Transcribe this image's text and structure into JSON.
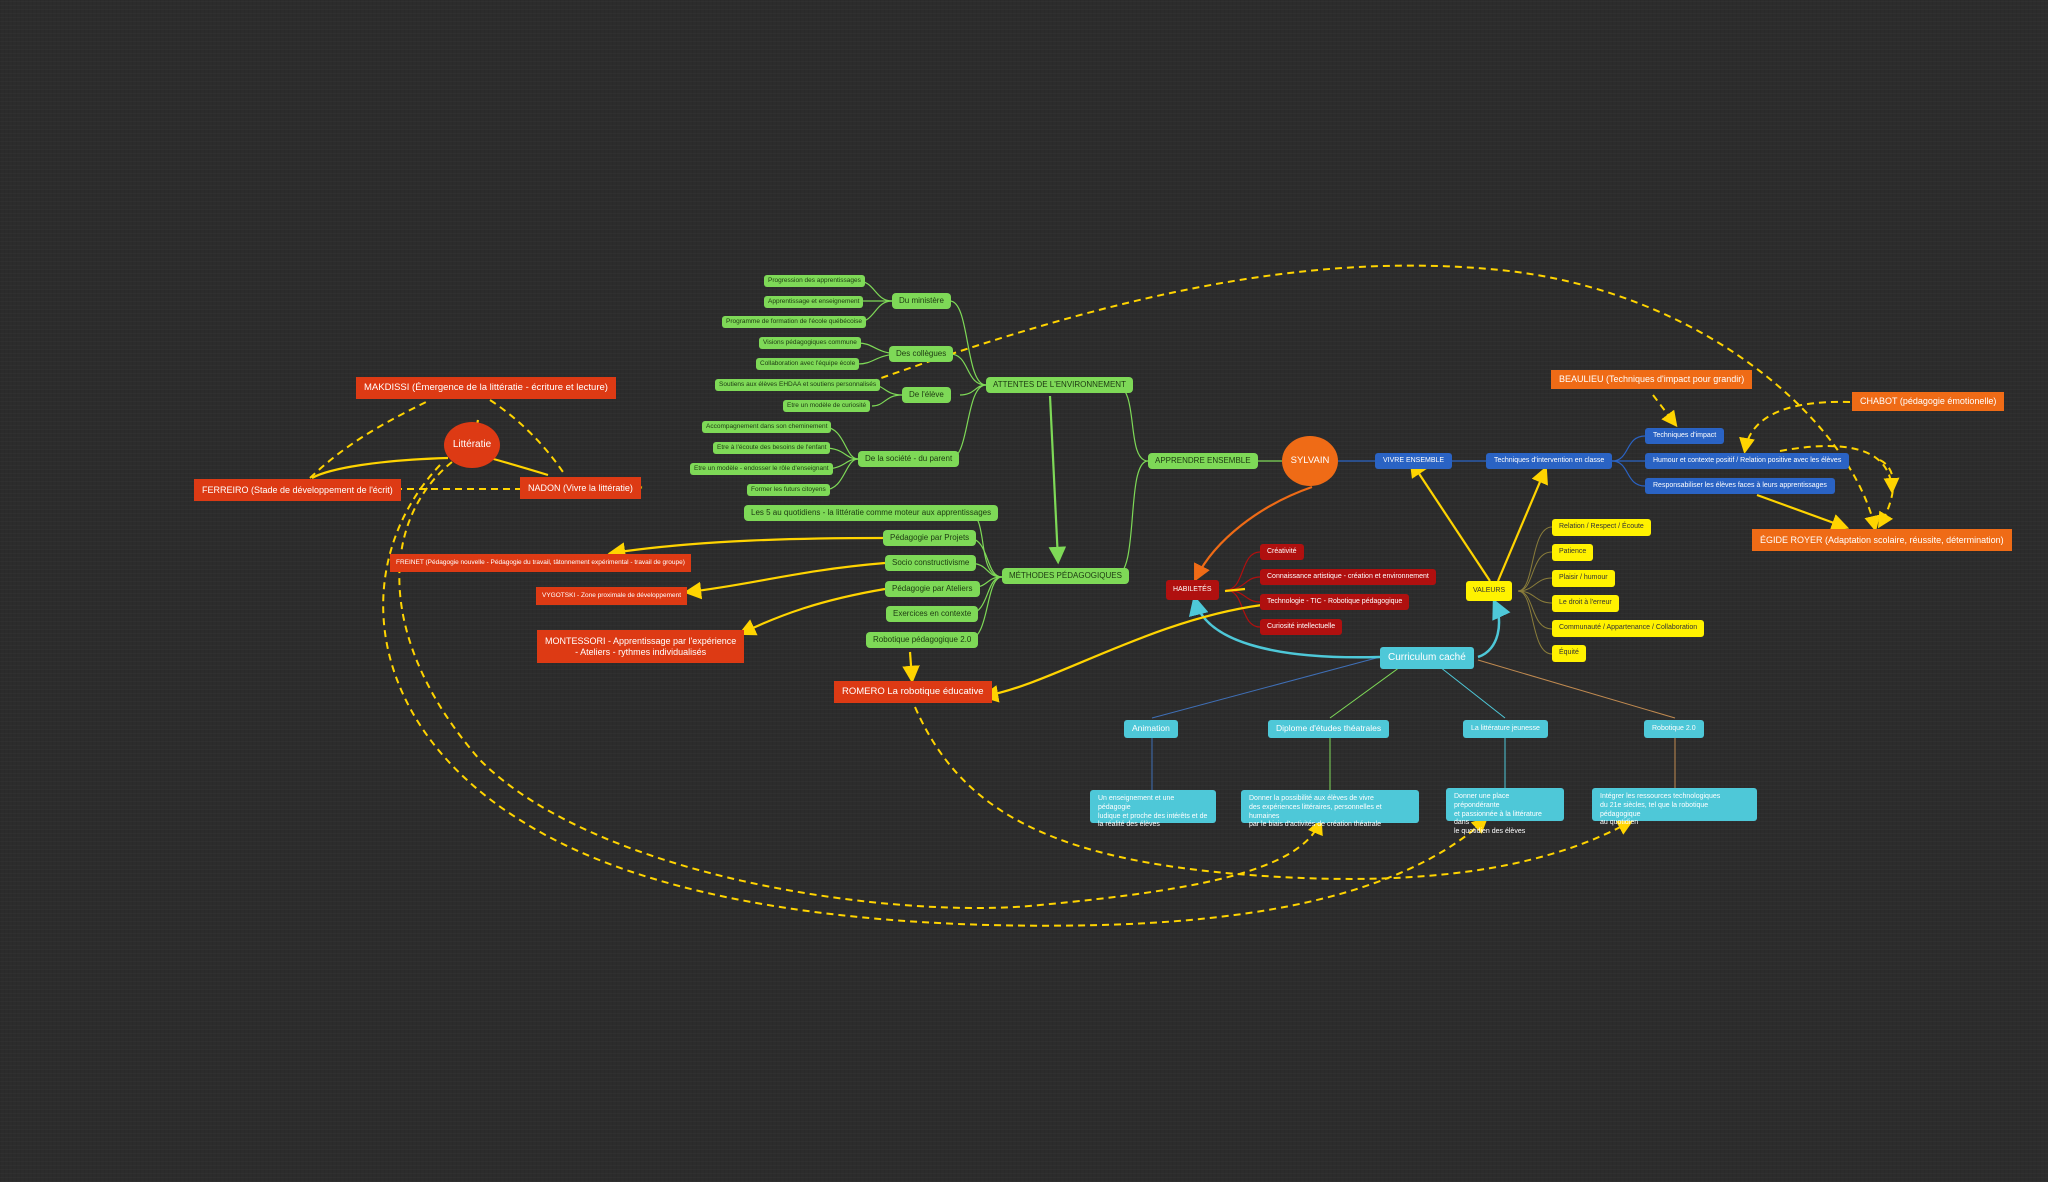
{
  "central": "SYLVAIN",
  "litteratie": {
    "center": "Littératie",
    "makdissi": "MAKDISSI (Émergence de la littératie - écriture et lecture)",
    "ferreiro": "FERREIRO (Stade de développement de l'écrit)",
    "nadon": "NADON (Vivre la littératie)"
  },
  "apprendre": {
    "label": "APPRENDRE ENSEMBLE",
    "attentes": "ATTENTES DE L'ENVIRONNEMENT",
    "ministere": "Du ministère",
    "ministere_items": [
      "Progression des apprentissages",
      "Apprentissage et enseignement",
      "Programme de formation de l'école québécoise"
    ],
    "collegues": "Des collègues",
    "collegues_items": [
      "Visions pédagogiques commune",
      "Collaboration avec l'équipe école"
    ],
    "eleve": "De l'élève",
    "eleve_items": [
      "Soutiens aux élèves EHDAA et soutiens personnalisés",
      "Etre un modèle de curiosité"
    ],
    "societe": "De la société - du parent",
    "societe_items": [
      "Accompagnement dans son cheminement",
      "Etre à l'écoute des besoins de l'enfant",
      "Etre un modèle - endosser le rôle d'enseignant",
      "Former les futurs citoyens"
    ],
    "methodes": "MÉTHODES PÉDAGOGIQUES",
    "methodes_items": [
      "Les 5 au quotidiens - la littératie comme moteur aux apprentissages",
      "Pédagogie par Projets",
      "Socio constructivisme",
      "Pédagogie par Ateliers",
      "Exercices en contexte",
      "Robotique pédagogique 2.0"
    ]
  },
  "auteurs": {
    "freinet": "FREINET (Pédagogie nouvelle - Pédagogie du travail, tâtonnement expérimental - travail de groupe)",
    "vygotski": "VYGOTSKI - Zone proximale de développement",
    "montessori_1": "MONTESSORI - Apprentissage par l'expérience",
    "montessori_2": "- Ateliers - rythmes individualisés",
    "romero": "ROMERO La robotique éducative",
    "beaulieu": "BEAULIEU (Techniques d'impact pour grandir)",
    "chabot": "CHABOT (pédagogie émotionelle)",
    "egide": "ÉGIDE ROYER (Adaptation scolaire, réussite, détermination)"
  },
  "habiletes": {
    "label": "HABILETÉS",
    "items": [
      "Créativité",
      "Connaissance artistique - création et environnement",
      "Technologie - TIC - Robotique pédagogique",
      "Curiosité intellectuelle"
    ]
  },
  "vivre": {
    "label": "VIVRE ENSEMBLE",
    "techniques": "Techniques d'intervention en classe",
    "tech_items": [
      "Techniques d'impact",
      "Humour et contexte positif / Relation positive avec les élèves",
      "Responsabiliser les élèves faces à leurs apprentissages"
    ],
    "valeurs": "VALEURS",
    "valeurs_items": [
      "Relation / Respect / Écoute",
      "Patience",
      "Plaisir / humour",
      "Le droit à l'erreur",
      "Communauté / Appartenance / Collaboration",
      "Équité"
    ]
  },
  "curriculum": {
    "label": "Curriculum caché",
    "items": [
      {
        "title": "Animation",
        "desc": "Un enseignement et une pédagogie\nludique et proche des intérêts et de\nla réalité des élèves"
      },
      {
        "title": "Diplome d'études théatrales",
        "desc": "Donner la possibilité aux élèves de vivre\ndes expériences littéraires, personnelles et humaines\npar le biais d'activités de création théatrale"
      },
      {
        "title": "La littérature jeunesse",
        "desc": "Donner une place prépondérante\net passionnée à la littérature dans\nle quotidien des élèves"
      },
      {
        "title": "Robotique 2.0",
        "desc": "Intégrer les ressources technologiques\ndu 21e siècles, tel que la robotique pédagogique\nau quotidien"
      }
    ]
  },
  "colors": {
    "green": "#7ed957",
    "red": "#dd3a14",
    "orange": "#ef6b16",
    "darkred": "#b0100f",
    "blue": "#2a63c4",
    "yellow": "#fff200",
    "cyan": "#4ec8d8",
    "background": "#2c2c2c"
  }
}
